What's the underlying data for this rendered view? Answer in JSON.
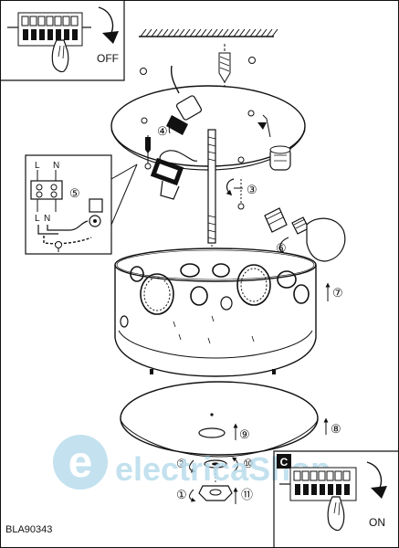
{
  "panels": {
    "off_label": "OFF",
    "on_label": "ON",
    "c_badge": "C"
  },
  "wiring": {
    "terminal_l_top": "L",
    "terminal_n_top": "N",
    "terminal_l_bottom": "L",
    "terminal_n_bottom": "N"
  },
  "steps": [
    "①",
    "②",
    "③",
    "④",
    "⑤",
    "⑥",
    "⑦",
    "⑧",
    "⑨",
    "⑩",
    "⑪"
  ],
  "watermark": {
    "logo_letter": "e",
    "text": "electricaShop"
  },
  "model_code": "BLA90343",
  "colors": {
    "line": "#111111",
    "watermark": "#b9dcec",
    "watermark_dark": "#9bcbe2",
    "badge_bg": "#111111"
  },
  "icons": [
    "switch-terminal-icon",
    "hand-icon",
    "arrow-down-icon",
    "screw-icon",
    "dowel-icon",
    "bulb-icon",
    "ground-icon",
    "wire-clamp-icon"
  ]
}
